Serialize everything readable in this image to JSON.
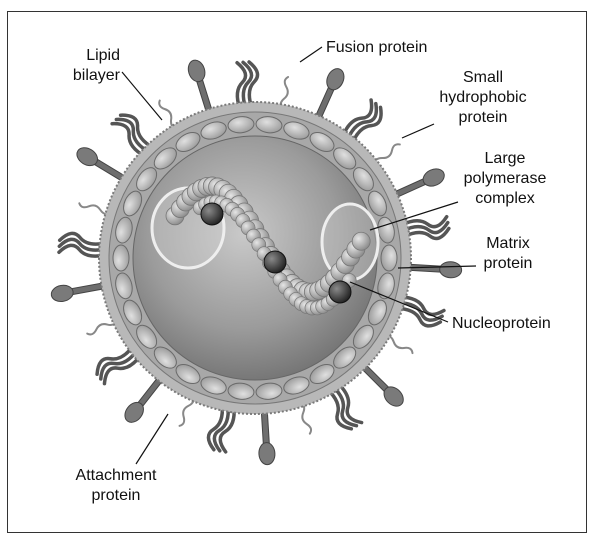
{
  "labels": {
    "lipid_bilayer": "Lipid\nbilayer",
    "fusion_protein": "Fusion protein",
    "small_hydrophobic": "Small\nhydrophobic\nprotein",
    "large_polymerase": "Large\npolymerase\ncomplex",
    "matrix_protein": "Matrix\nprotein",
    "nucleoprotein": "Nucleoprotein",
    "attachment_protein": "Attachment\nprotein"
  },
  "colors": {
    "background": "#ffffff",
    "frame": "#333333",
    "virion_core": "#8c8c8c",
    "membrane": "#9a9a9a",
    "spike": "#6e6e6e",
    "bead": "#a9a9a9",
    "dark_bead": "#3a3a3a"
  }
}
